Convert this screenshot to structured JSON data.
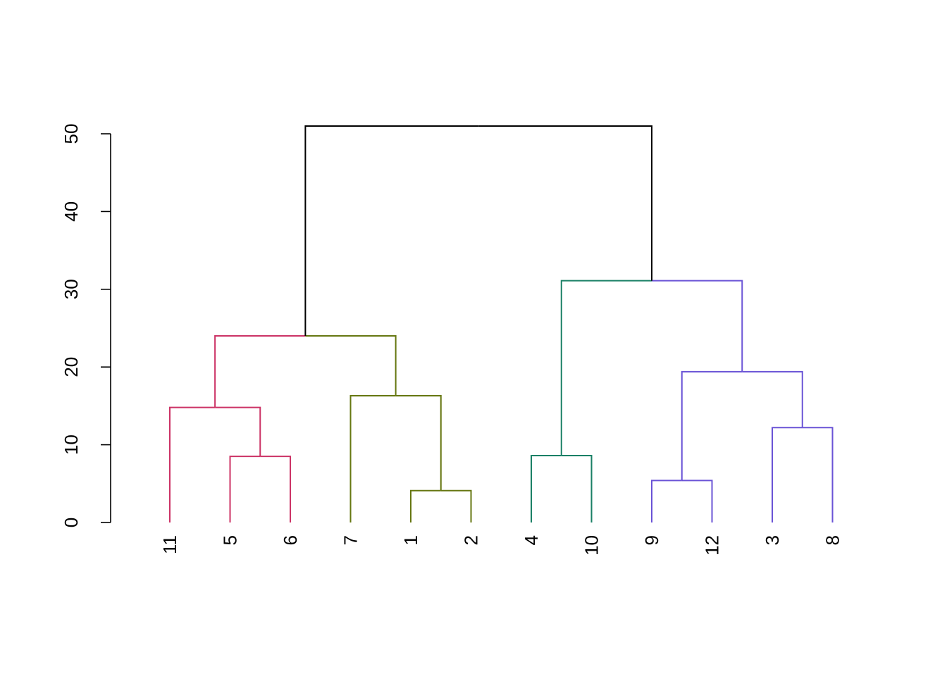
{
  "chart_data": {
    "type": "dendrogram",
    "title": "",
    "xlabel": "",
    "ylabel": "",
    "ylim": [
      0,
      50
    ],
    "y_ticks": [
      0,
      10,
      20,
      30,
      40,
      50
    ],
    "leaf_order": [
      "11",
      "5",
      "6",
      "7",
      "1",
      "2",
      "4",
      "10",
      "9",
      "12",
      "3",
      "8"
    ],
    "merges": [
      {
        "left": "1",
        "right": "2",
        "height": 4.1
      },
      {
        "left": "9",
        "right": "12",
        "height": 5.4
      },
      {
        "left": "5",
        "right": "6",
        "height": 8.5
      },
      {
        "left": "4",
        "right": "10",
        "height": 8.6
      },
      {
        "left": "3",
        "right": "8",
        "height": 12.2
      },
      {
        "left": "11",
        "right": "(5,6)",
        "height": 14.8
      },
      {
        "left": "7",
        "right": "(1,2)",
        "height": 16.3
      },
      {
        "left": "(9,12)",
        "right": "(3,8)",
        "height": 19.4
      },
      {
        "left": "(11,5,6)",
        "right": "(7,1,2)",
        "height": 24.0
      },
      {
        "left": "(4,10)",
        "right": "(9,12,3,8)",
        "height": 31.1
      },
      {
        "left": "(11,5,6,7,1,2)",
        "right": "(4,10,9,12,3,8)",
        "height": 51.0
      }
    ],
    "clusters": [
      {
        "leaves": [
          "11",
          "5",
          "6"
        ],
        "color": "#CC3366"
      },
      {
        "leaves": [
          "7",
          "1",
          "2"
        ],
        "color": "#667711"
      },
      {
        "leaves": [
          "4",
          "10"
        ],
        "color": "#1A8066"
      },
      {
        "leaves": [
          "9",
          "12",
          "3",
          "8"
        ],
        "color": "#6A53D6"
      }
    ],
    "root_color": "#000000"
  }
}
